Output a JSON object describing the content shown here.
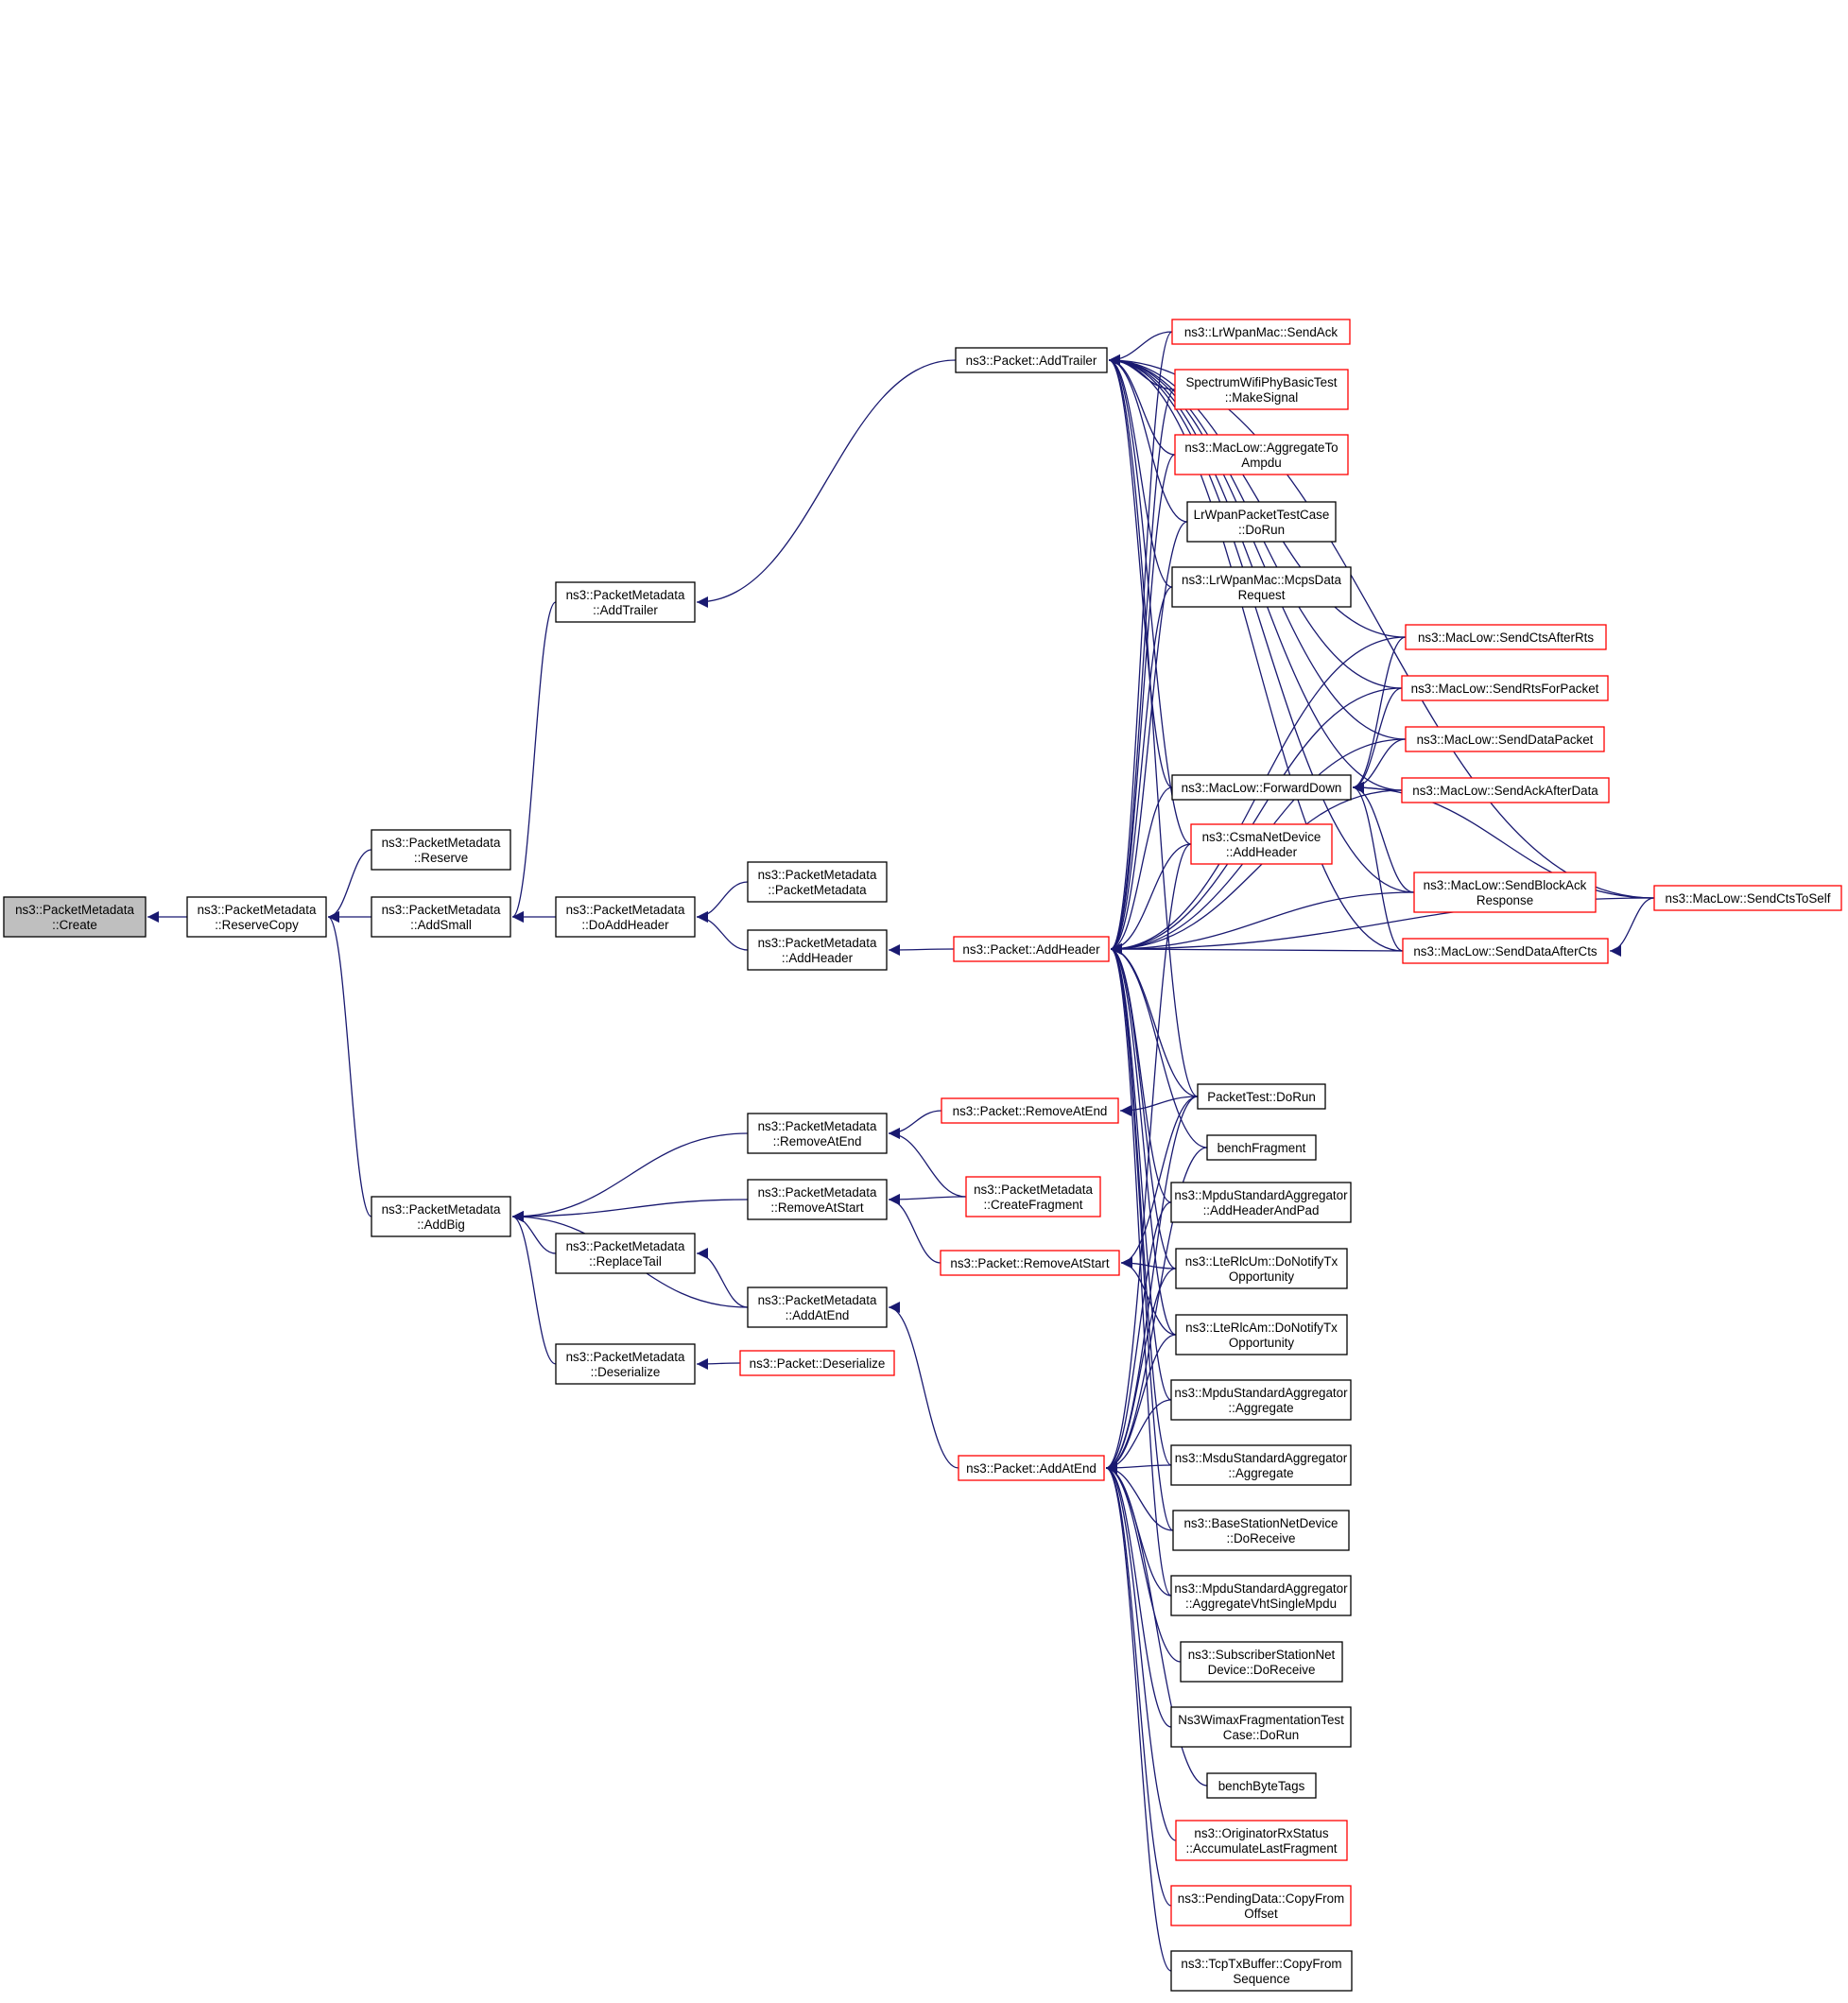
{
  "colors": {
    "edge": "#191970",
    "node_border_normal": "#000000",
    "node_border_truncated": "#ff0000",
    "node_fill": "#ffffff",
    "root_fill": "#bfbfbf"
  },
  "nodes": [
    {
      "id": "create",
      "lines": [
        "ns3::PacketMetadata",
        "::Create"
      ],
      "style": "root"
    },
    {
      "id": "reservecopy",
      "lines": [
        "ns3::PacketMetadata",
        "::ReserveCopy"
      ],
      "style": "normal"
    },
    {
      "id": "reserve",
      "lines": [
        "ns3::PacketMetadata",
        "::Reserve"
      ],
      "style": "normal"
    },
    {
      "id": "addsmall",
      "lines": [
        "ns3::PacketMetadata",
        "::AddSmall"
      ],
      "style": "normal"
    },
    {
      "id": "addbig",
      "lines": [
        "ns3::PacketMetadata",
        "::AddBig"
      ],
      "style": "normal"
    },
    {
      "id": "pm_addtrailer",
      "lines": [
        "ns3::PacketMetadata",
        "::AddTrailer"
      ],
      "style": "normal"
    },
    {
      "id": "doaddheader",
      "lines": [
        "ns3::PacketMetadata",
        "::DoAddHeader"
      ],
      "style": "normal"
    },
    {
      "id": "replacetail",
      "lines": [
        "ns3::PacketMetadata",
        "::ReplaceTail"
      ],
      "style": "normal"
    },
    {
      "id": "pm_deserialize",
      "lines": [
        "ns3::PacketMetadata",
        "::Deserialize"
      ],
      "style": "normal"
    },
    {
      "id": "pm_ctor",
      "lines": [
        "ns3::PacketMetadata",
        "::PacketMetadata"
      ],
      "style": "normal"
    },
    {
      "id": "pm_addheader",
      "lines": [
        "ns3::PacketMetadata",
        "::AddHeader"
      ],
      "style": "normal"
    },
    {
      "id": "pm_removeatend",
      "lines": [
        "ns3::PacketMetadata",
        "::RemoveAtEnd"
      ],
      "style": "normal"
    },
    {
      "id": "pm_removeatstart",
      "lines": [
        "ns3::PacketMetadata",
        "::RemoveAtStart"
      ],
      "style": "normal"
    },
    {
      "id": "pm_addatend",
      "lines": [
        "ns3::PacketMetadata",
        "::AddAtEnd"
      ],
      "style": "normal"
    },
    {
      "id": "p_deserialize",
      "lines": [
        "ns3::Packet::Deserialize"
      ],
      "style": "red"
    },
    {
      "id": "p_addtrailer",
      "lines": [
        "ns3::Packet::AddTrailer"
      ],
      "style": "normal"
    },
    {
      "id": "p_addheader",
      "lines": [
        "ns3::Packet::AddHeader"
      ],
      "style": "red"
    },
    {
      "id": "p_removeatend",
      "lines": [
        "ns3::Packet::RemoveAtEnd"
      ],
      "style": "red"
    },
    {
      "id": "pm_createfragment",
      "lines": [
        "ns3::PacketMetadata",
        "::CreateFragment"
      ],
      "style": "red"
    },
    {
      "id": "p_removeatstart",
      "lines": [
        "ns3::Packet::RemoveAtStart"
      ],
      "style": "red"
    },
    {
      "id": "p_addatend",
      "lines": [
        "ns3::Packet::AddAtEnd"
      ],
      "style": "red"
    },
    {
      "id": "lrwpan_sendack",
      "lines": [
        "ns3::LrWpanMac::SendAck"
      ],
      "style": "red"
    },
    {
      "id": "spectrum_makesignal",
      "lines": [
        "SpectrumWifiPhyBasicTest",
        "::MakeSignal"
      ],
      "style": "red"
    },
    {
      "id": "maclow_aggregatetoampdu",
      "lines": [
        "ns3::MacLow::AggregateTo",
        "Ampdu"
      ],
      "style": "red"
    },
    {
      "id": "lrwpan_packettest",
      "lines": [
        "LrWpanPacketTestCase",
        "::DoRun"
      ],
      "style": "normal"
    },
    {
      "id": "lrwpan_mcpsdata",
      "lines": [
        "ns3::LrWpanMac::McpsData",
        "Request"
      ],
      "style": "normal"
    },
    {
      "id": "forwarddown",
      "lines": [
        "ns3::MacLow::ForwardDown"
      ],
      "style": "normal"
    },
    {
      "id": "csma_addheader",
      "lines": [
        "ns3::CsmaNetDevice",
        "::AddHeader"
      ],
      "style": "red"
    },
    {
      "id": "sendctsafterrts",
      "lines": [
        "ns3::MacLow::SendCtsAfterRts"
      ],
      "style": "red"
    },
    {
      "id": "sendrtsforpacket",
      "lines": [
        "ns3::MacLow::SendRtsForPacket"
      ],
      "style": "red"
    },
    {
      "id": "senddatapacket",
      "lines": [
        "ns3::MacLow::SendDataPacket"
      ],
      "style": "red"
    },
    {
      "id": "sendackafterdata",
      "lines": [
        "ns3::MacLow::SendAckAfterData"
      ],
      "style": "red"
    },
    {
      "id": "sendblockack",
      "lines": [
        "ns3::MacLow::SendBlockAck",
        "Response"
      ],
      "style": "red"
    },
    {
      "id": "senddataaftercts",
      "lines": [
        "ns3::MacLow::SendDataAfterCts"
      ],
      "style": "red"
    },
    {
      "id": "sendctstoself",
      "lines": [
        "ns3::MacLow::SendCtsToSelf"
      ],
      "style": "red"
    },
    {
      "id": "packettest",
      "lines": [
        "PacketTest::DoRun"
      ],
      "style": "normal"
    },
    {
      "id": "benchfragment",
      "lines": [
        "benchFragment"
      ],
      "style": "normal"
    },
    {
      "id": "mpdu_addheaderandpad",
      "lines": [
        "ns3::MpduStandardAggregator",
        "::AddHeaderAndPad"
      ],
      "style": "normal"
    },
    {
      "id": "lterlcum",
      "lines": [
        "ns3::LteRlcUm::DoNotifyTx",
        "Opportunity"
      ],
      "style": "normal"
    },
    {
      "id": "lterlcam",
      "lines": [
        "ns3::LteRlcAm::DoNotifyTx",
        "Opportunity"
      ],
      "style": "normal"
    },
    {
      "id": "mpdu_aggregate",
      "lines": [
        "ns3::MpduStandardAggregator",
        "::Aggregate"
      ],
      "style": "normal"
    },
    {
      "id": "msdu_aggregate",
      "lines": [
        "ns3::MsduStandardAggregator",
        "::Aggregate"
      ],
      "style": "normal"
    },
    {
      "id": "basestation",
      "lines": [
        "ns3::BaseStationNetDevice",
        "::DoReceive"
      ],
      "style": "normal"
    },
    {
      "id": "mpdu_vht",
      "lines": [
        "ns3::MpduStandardAggregator",
        "::AggregateVhtSingleMpdu"
      ],
      "style": "normal"
    },
    {
      "id": "subscriber",
      "lines": [
        "ns3::SubscriberStationNet",
        "Device::DoReceive"
      ],
      "style": "normal"
    },
    {
      "id": "wimaxfrag",
      "lines": [
        "Ns3WimaxFragmentationTest",
        "Case::DoRun"
      ],
      "style": "normal"
    },
    {
      "id": "benchbytetags",
      "lines": [
        "benchByteTags"
      ],
      "style": "normal"
    },
    {
      "id": "originator",
      "lines": [
        "ns3::OriginatorRxStatus",
        "::AccumulateLastFragment"
      ],
      "style": "red"
    },
    {
      "id": "pendingdata",
      "lines": [
        "ns3::PendingData::CopyFrom",
        "Offset"
      ],
      "style": "red"
    },
    {
      "id": "tcptxbuffer",
      "lines": [
        "ns3::TcpTxBuffer::CopyFrom",
        "Sequence"
      ],
      "style": "normal"
    }
  ],
  "edges": [
    [
      "reservecopy",
      "create"
    ],
    [
      "reserve",
      "reservecopy"
    ],
    [
      "addsmall",
      "reservecopy"
    ],
    [
      "addbig",
      "reservecopy"
    ],
    [
      "pm_addtrailer",
      "addsmall"
    ],
    [
      "doaddheader",
      "addsmall"
    ],
    [
      "pm_removeatend",
      "addbig"
    ],
    [
      "pm_removeatstart",
      "addbig"
    ],
    [
      "replacetail",
      "addbig"
    ],
    [
      "pm_addatend",
      "addbig"
    ],
    [
      "pm_deserialize",
      "addbig"
    ],
    [
      "p_addtrailer",
      "pm_addtrailer"
    ],
    [
      "pm_ctor",
      "doaddheader"
    ],
    [
      "pm_addheader",
      "doaddheader"
    ],
    [
      "pm_addatend",
      "replacetail"
    ],
    [
      "p_deserialize",
      "pm_deserialize"
    ],
    [
      "p_addheader",
      "pm_addheader"
    ],
    [
      "p_removeatend",
      "pm_removeatend"
    ],
    [
      "pm_createfragment",
      "pm_removeatend"
    ],
    [
      "pm_createfragment",
      "pm_removeatstart"
    ],
    [
      "p_removeatstart",
      "pm_removeatstart"
    ],
    [
      "p_addatend",
      "pm_addatend"
    ],
    [
      "lrwpan_sendack",
      "p_addtrailer"
    ],
    [
      "spectrum_makesignal",
      "p_addtrailer"
    ],
    [
      "maclow_aggregatetoampdu",
      "p_addtrailer"
    ],
    [
      "lrwpan_packettest",
      "p_addtrailer"
    ],
    [
      "lrwpan_mcpsdata",
      "p_addtrailer"
    ],
    [
      "forwarddown",
      "p_addtrailer"
    ],
    [
      "csma_addheader",
      "p_addtrailer"
    ],
    [
      "packettest",
      "p_addtrailer"
    ],
    [
      "sendctsafterrts",
      "p_addtrailer"
    ],
    [
      "sendrtsforpacket",
      "p_addtrailer"
    ],
    [
      "senddatapacket",
      "p_addtrailer"
    ],
    [
      "sendackafterdata",
      "p_addtrailer"
    ],
    [
      "sendblockack",
      "p_addtrailer"
    ],
    [
      "senddataaftercts",
      "p_addtrailer"
    ],
    [
      "sendctstoself",
      "p_addtrailer"
    ],
    [
      "lrwpan_sendack",
      "p_addheader"
    ],
    [
      "spectrum_makesignal",
      "p_addheader"
    ],
    [
      "maclow_aggregatetoampdu",
      "p_addheader"
    ],
    [
      "lrwpan_packettest",
      "p_addheader"
    ],
    [
      "lrwpan_mcpsdata",
      "p_addheader"
    ],
    [
      "forwarddown",
      "p_addheader"
    ],
    [
      "csma_addheader",
      "p_addheader"
    ],
    [
      "sendctsafterrts",
      "p_addheader"
    ],
    [
      "sendrtsforpacket",
      "p_addheader"
    ],
    [
      "senddatapacket",
      "p_addheader"
    ],
    [
      "sendackafterdata",
      "p_addheader"
    ],
    [
      "sendblockack",
      "p_addheader"
    ],
    [
      "senddataaftercts",
      "p_addheader"
    ],
    [
      "sendctstoself",
      "p_addheader"
    ],
    [
      "packettest",
      "p_addheader"
    ],
    [
      "benchfragment",
      "p_addheader"
    ],
    [
      "mpdu_addheaderandpad",
      "p_addheader"
    ],
    [
      "lterlcum",
      "p_addheader"
    ],
    [
      "lterlcam",
      "p_addheader"
    ],
    [
      "mpdu_aggregate",
      "p_addheader"
    ],
    [
      "msdu_aggregate",
      "p_addheader"
    ],
    [
      "basestation",
      "p_addheader"
    ],
    [
      "mpdu_vht",
      "p_addheader"
    ],
    [
      "sendctsafterrts",
      "forwarddown"
    ],
    [
      "sendrtsforpacket",
      "forwarddown"
    ],
    [
      "senddatapacket",
      "forwarddown"
    ],
    [
      "sendackafterdata",
      "forwarddown"
    ],
    [
      "sendblockack",
      "forwarddown"
    ],
    [
      "senddataaftercts",
      "forwarddown"
    ],
    [
      "sendctstoself",
      "forwarddown"
    ],
    [
      "sendctstoself",
      "senddataaftercts"
    ],
    [
      "packettest",
      "p_removeatend"
    ],
    [
      "packettest",
      "p_removeatstart"
    ],
    [
      "lterlcum",
      "p_removeatstart"
    ],
    [
      "lterlcam",
      "p_removeatstart"
    ],
    [
      "mpdu_aggregate",
      "p_addatend"
    ],
    [
      "msdu_aggregate",
      "p_addatend"
    ],
    [
      "basestation",
      "p_addatend"
    ],
    [
      "mpdu_vht",
      "p_addatend"
    ],
    [
      "subscriber",
      "p_addatend"
    ],
    [
      "wimaxfrag",
      "p_addatend"
    ],
    [
      "benchbytetags",
      "p_addatend"
    ],
    [
      "originator",
      "p_addatend"
    ],
    [
      "pendingdata",
      "p_addatend"
    ],
    [
      "tcptxbuffer",
      "p_addatend"
    ],
    [
      "packettest",
      "p_addatend"
    ],
    [
      "benchfragment",
      "p_addatend"
    ],
    [
      "mpdu_addheaderandpad",
      "p_addatend"
    ],
    [
      "lterlcum",
      "p_addatend"
    ],
    [
      "lterlcam",
      "p_addatend"
    ],
    [
      "csma_addheader",
      "p_addatend"
    ]
  ]
}
